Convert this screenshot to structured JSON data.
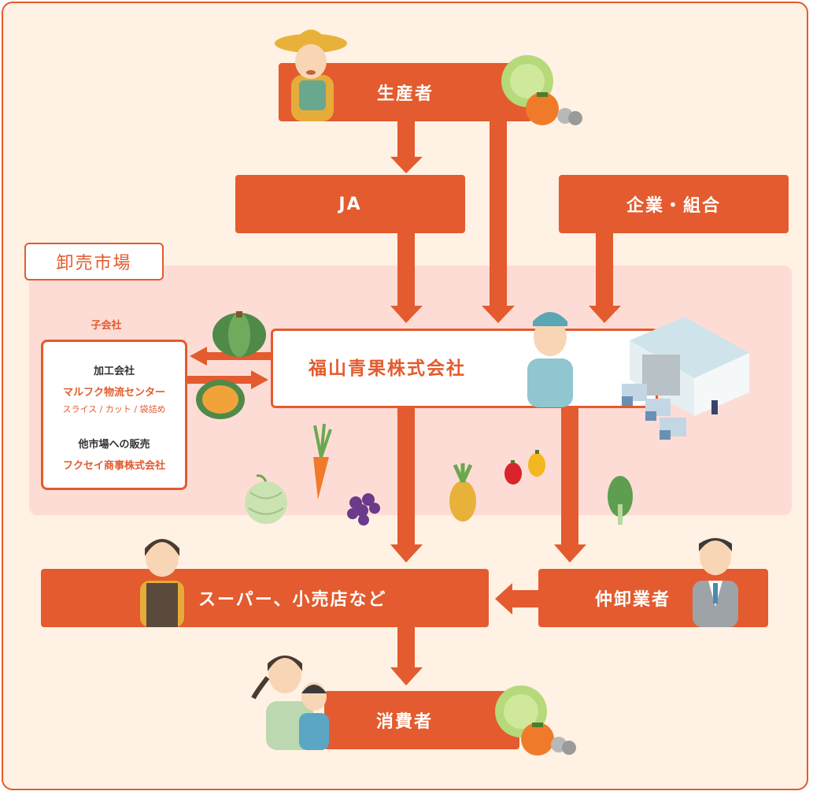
{
  "nodes": {
    "producer": "生産者",
    "ja": "JA",
    "company": "企業・組合",
    "market": "卸売市場",
    "main": "福山青果株式会社",
    "retail": "スーパー、小売店など",
    "broker": "仲卸業者",
    "consumer": "消費者"
  },
  "subsidiary": {
    "caption": "子会社",
    "processing_label": "加工会社",
    "processing_name": "マルフク物流センター",
    "processing_desc": "スライス / カット / 袋詰め",
    "sales_label": "他市場への販売",
    "sales_name": "フクセイ商事株式会社"
  },
  "colors": {
    "accent": "#e35b2e",
    "background": "#fff1e3",
    "market": "#fedcd6"
  }
}
